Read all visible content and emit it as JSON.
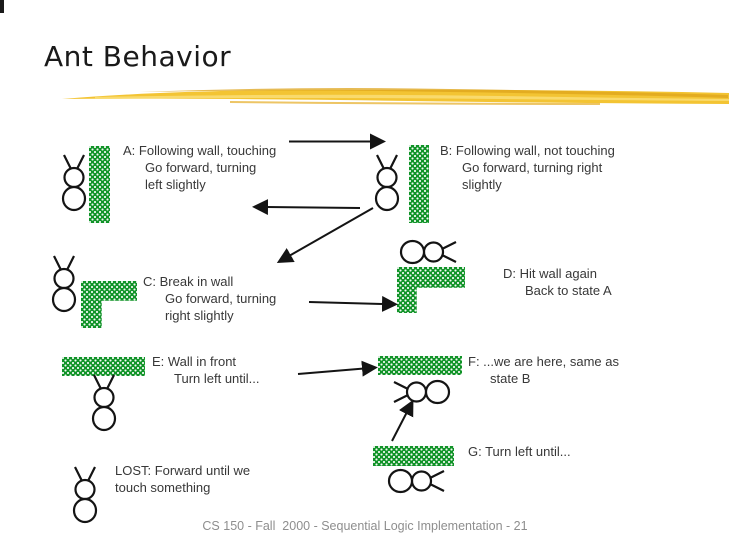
{
  "slide": {
    "title": "Ant Behavior",
    "footer": "CS 150 - Fall  2000 - Sequential Logic Implementation - 21"
  },
  "states": [
    {
      "id": "A",
      "lines": [
        "A: Following wall, touching",
        "Go forward, turning",
        "left slightly"
      ]
    },
    {
      "id": "B",
      "lines": [
        "B: Following wall, not touching",
        "Go forward, turning right",
        "slightly"
      ]
    },
    {
      "id": "C",
      "lines": [
        "C: Break in wall",
        "Go forward, turning",
        "right slightly"
      ]
    },
    {
      "id": "D",
      "lines": [
        "D: Hit wall again",
        "Back to state A"
      ]
    },
    {
      "id": "E",
      "lines": [
        "E: Wall in front",
        "Turn left until..."
      ]
    },
    {
      "id": "F",
      "lines": [
        "F: ...we are here, same as",
        "state B"
      ]
    },
    {
      "id": "G",
      "lines": [
        "G: Turn left until..."
      ]
    },
    {
      "id": "LOST",
      "lines": [
        "LOST: Forward until we",
        "touch something"
      ]
    }
  ],
  "colors": {
    "wall_green": "#109327",
    "brush_gold": "#f3c433",
    "body_text": "#383838",
    "footer_text": "#8e8e8e",
    "ink": "#141414"
  }
}
